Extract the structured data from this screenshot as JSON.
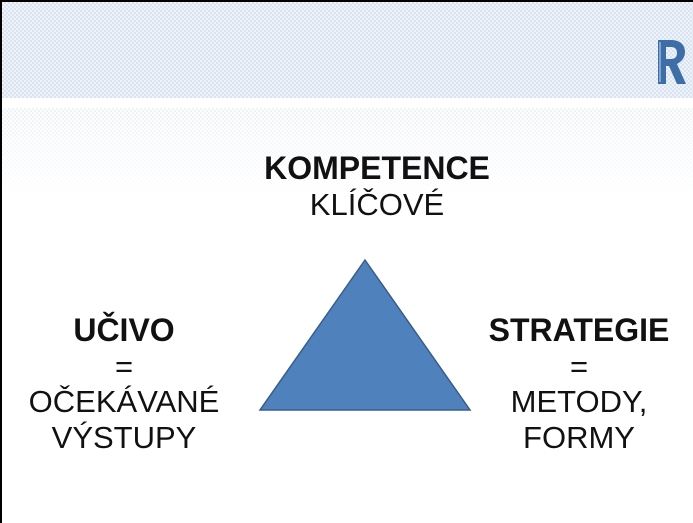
{
  "slide": {
    "top": {
      "title": "KOMPETENCE",
      "subtitle": "KLÍČOVÉ"
    },
    "left": {
      "title": "UČIVO",
      "equals": "=",
      "line1": "OČEKÁVANÉ",
      "line2": "VÝSTUPY"
    },
    "right": {
      "title": "STRATEGIE",
      "equals": "=",
      "line1": "METODY,",
      "line2": "FORMY"
    },
    "logo_icon": "r-letter-logo-icon",
    "colors": {
      "triangle_fill": "#4f81bd",
      "triangle_stroke": "#385d8a",
      "logo": "#3d6ea8"
    }
  }
}
